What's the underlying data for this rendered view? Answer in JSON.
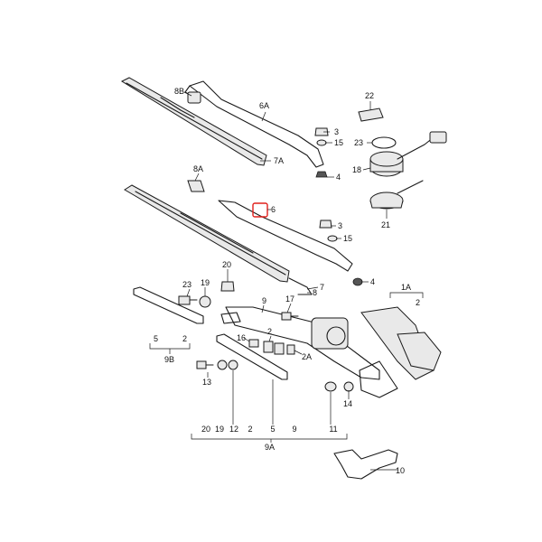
{
  "diagram": {
    "highlight_color": "#e0201c",
    "callouts": {
      "c8B": "8B",
      "c6A": "6A",
      "c3a": "3",
      "c15a": "15",
      "c7A": "7A",
      "c4a": "4",
      "c22": "22",
      "c23": "23",
      "c18": "18",
      "c21": "21",
      "c8A": "8A",
      "c6": "6",
      "c3b": "3",
      "c15b": "15",
      "c7": "7",
      "c8": "8",
      "c4b": "4",
      "c1A": "1A",
      "c2a": "2",
      "c20": "20",
      "c23b": "23",
      "c19": "19",
      "c9": "9",
      "c17": "17",
      "c16": "16",
      "c2b": "2",
      "c2A": "2A",
      "c14": "14",
      "c5": "5",
      "c2c": "2",
      "c9B": "9B",
      "c13": "13",
      "c10": "10",
      "c9A": "9A"
    },
    "group_9A": [
      "20",
      "19",
      "12",
      "2",
      "5",
      "9",
      "11"
    ]
  }
}
